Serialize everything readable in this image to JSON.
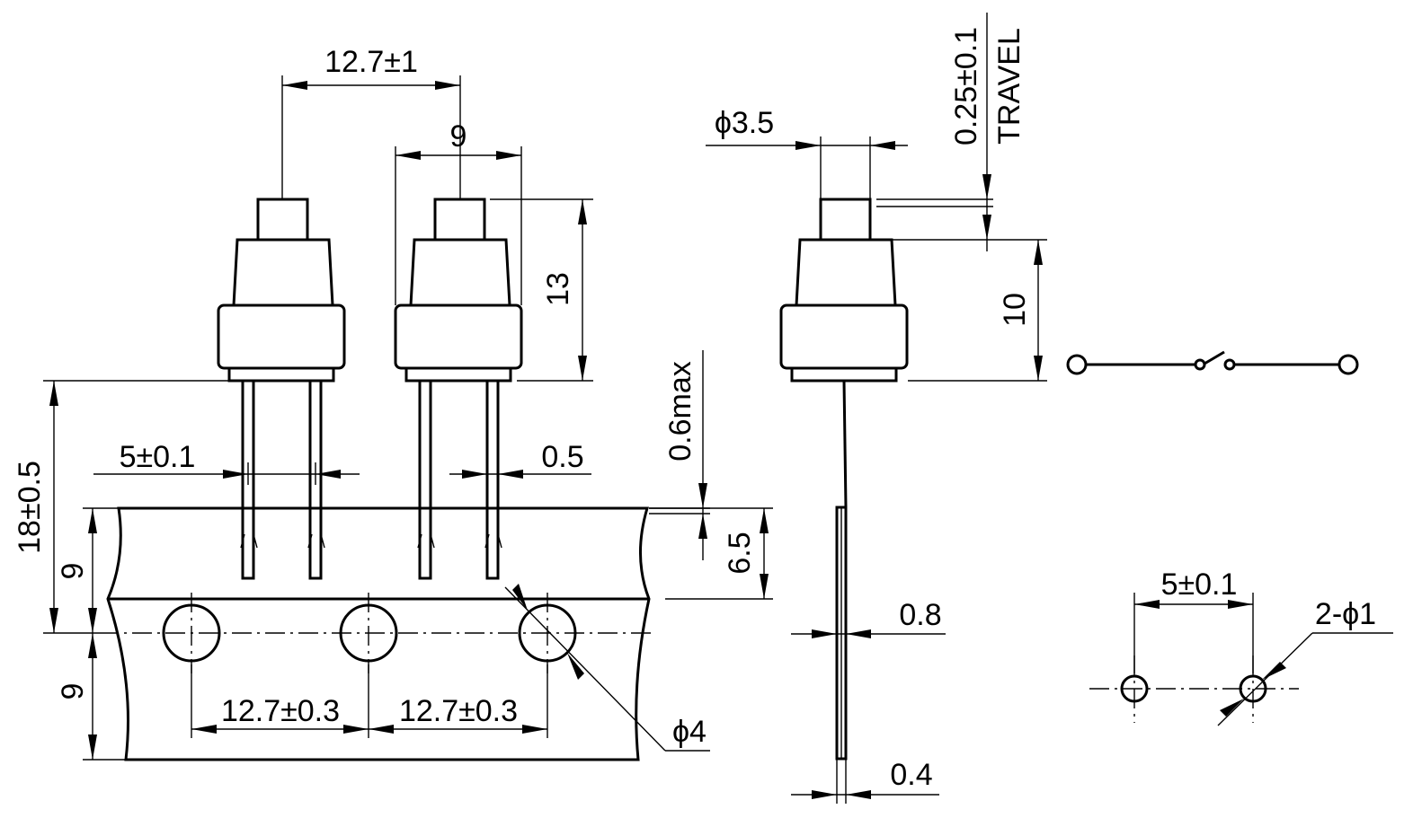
{
  "dimensions": {
    "top_pitch": "12.7±1",
    "cap_width": "9",
    "height_13": "13",
    "overall_height": "18±0.5",
    "pin_spacing": "5±0.1",
    "pin_width": "0.5",
    "max_thickness": "0.6max",
    "tape_bottom_9": "9",
    "tape_top_9": "9",
    "tape_6_5": "6.5",
    "hole_pitch_1": "12.7±0.3",
    "hole_pitch_2": "12.7±0.3",
    "hole_dia": "ϕ4",
    "plunger_dia": "ϕ3.5",
    "travel_value": "0.25±0.1",
    "travel_word": "TRAVEL",
    "side_height": "10",
    "lead_0_8": "0.8",
    "lead_0_4": "0.4",
    "pcb_pitch": "5±0.1",
    "pcb_holes": "2-ϕ1"
  },
  "colors": {
    "line": "#000000",
    "background": "#ffffff"
  }
}
